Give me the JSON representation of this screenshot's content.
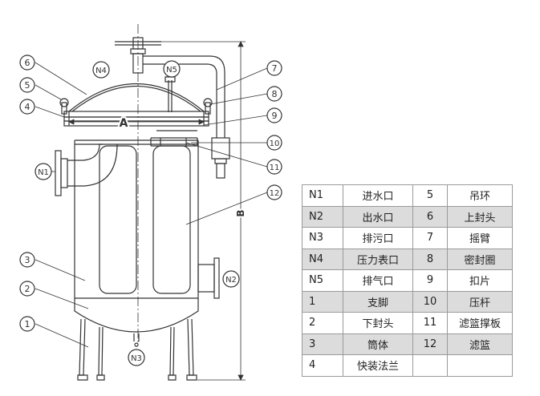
{
  "drawing": {
    "labels": {
      "A": "A",
      "B": "B",
      "N1": "N1",
      "N2": "N2",
      "N3": "N3",
      "N4": "N4",
      "N5": "N5"
    },
    "callouts": [
      "1",
      "2",
      "3",
      "4",
      "5",
      "6",
      "7",
      "8",
      "9",
      "10",
      "11",
      "12"
    ]
  },
  "legend": {
    "rows": [
      {
        "c1": "N1",
        "c2": "进水口",
        "c3": "5",
        "c4": "吊环",
        "shaded": false
      },
      {
        "c1": "N2",
        "c2": "出水口",
        "c3": "6",
        "c4": "上封头",
        "shaded": true
      },
      {
        "c1": "N3",
        "c2": "排污口",
        "c3": "7",
        "c4": "摇臂",
        "shaded": false
      },
      {
        "c1": "N4",
        "c2": "压力表口",
        "c3": "8",
        "c4": "密封圈",
        "shaded": true
      },
      {
        "c1": "N5",
        "c2": "排气口",
        "c3": "9",
        "c4": "扣片",
        "shaded": false
      },
      {
        "c1": "1",
        "c2": "支脚",
        "c3": "10",
        "c4": "压杆",
        "shaded": true
      },
      {
        "c1": "2",
        "c2": "下封头",
        "c3": "11",
        "c4": "滤篮撑板",
        "shaded": false
      },
      {
        "c1": "3",
        "c2": "筒体",
        "c3": "12",
        "c4": "滤篮",
        "shaded": true
      },
      {
        "c1": "4",
        "c2": "快装法兰",
        "c3": "",
        "c4": "",
        "shaded": false
      }
    ]
  }
}
